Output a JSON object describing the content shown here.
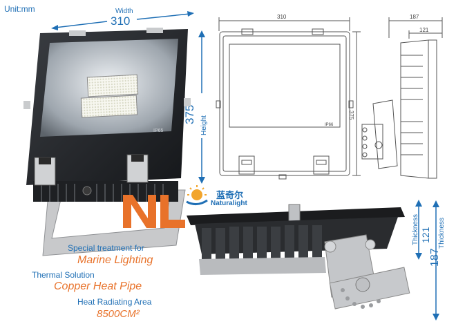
{
  "unit_label": "Unit:mm",
  "front": {
    "width_label": "Width",
    "width_value": "310",
    "height_label": "Height",
    "height_value": "375",
    "rating": "IP65"
  },
  "drawing": {
    "width": "310",
    "height": "375",
    "depth_total": "187",
    "depth_body": "121",
    "rating": "IP66"
  },
  "side": {
    "thickness_label": "Thickness",
    "thickness_value": "187",
    "inner_value": "121"
  },
  "brand": {
    "chinese": "蓝奇尔",
    "name": "Naturalight"
  },
  "features": [
    {
      "caption": "Special treatment for",
      "value": "Marine Lighting"
    },
    {
      "caption": "Thermal Solution",
      "value": "Copper Heat Pipe"
    },
    {
      "caption": "Heat Radiating Area",
      "value": "8500CM²"
    }
  ],
  "colors": {
    "blue": "#1f6fb5",
    "orange": "#e8722a"
  }
}
